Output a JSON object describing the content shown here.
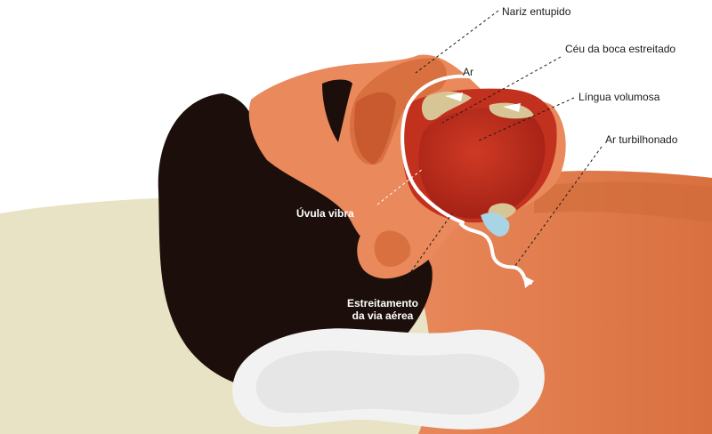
{
  "labels": {
    "nose": "Nariz entupido",
    "palate": "Céu da boca estreitado",
    "air": "Ar",
    "tongue": "Língua volumosa",
    "turbulent": "Ar turbilhonado",
    "uvula": "Úvula vibra",
    "narrowing_line1": "Estreitamento",
    "narrowing_line2": "da via aérea"
  },
  "colors": {
    "background": "#ffffff",
    "pillow_bg": "#e8e3c4",
    "pillow": "#f2f2f2",
    "hair": "#1c0f0b",
    "skin": "#e9895c",
    "skin_dark": "#d9703f",
    "mouth_red": "#c2301e",
    "tongue": "#b6271b",
    "bone": "#d8c595",
    "uvula_blue": "#a9d4e6",
    "airflow": "#ffffff",
    "leader_line": "#1a1a1a"
  }
}
